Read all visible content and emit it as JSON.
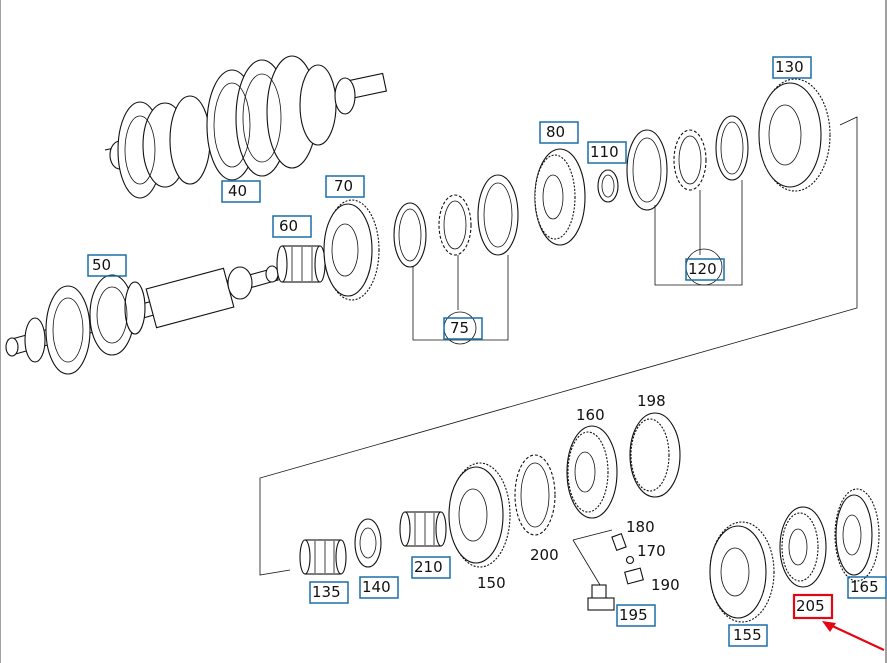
{
  "diagram": {
    "boxed_labels": [
      "40",
      "50",
      "60",
      "70",
      "75",
      "80",
      "110",
      "120",
      "130",
      "135",
      "140",
      "155",
      "165",
      "195",
      "210"
    ],
    "plain_labels": [
      "150",
      "160",
      "170",
      "180",
      "190",
      "198",
      "200"
    ],
    "highlighted_label": "205",
    "colors": {
      "label_box": "#1a6fa8",
      "highlight": "#e30613",
      "line_art": "#111111"
    }
  }
}
